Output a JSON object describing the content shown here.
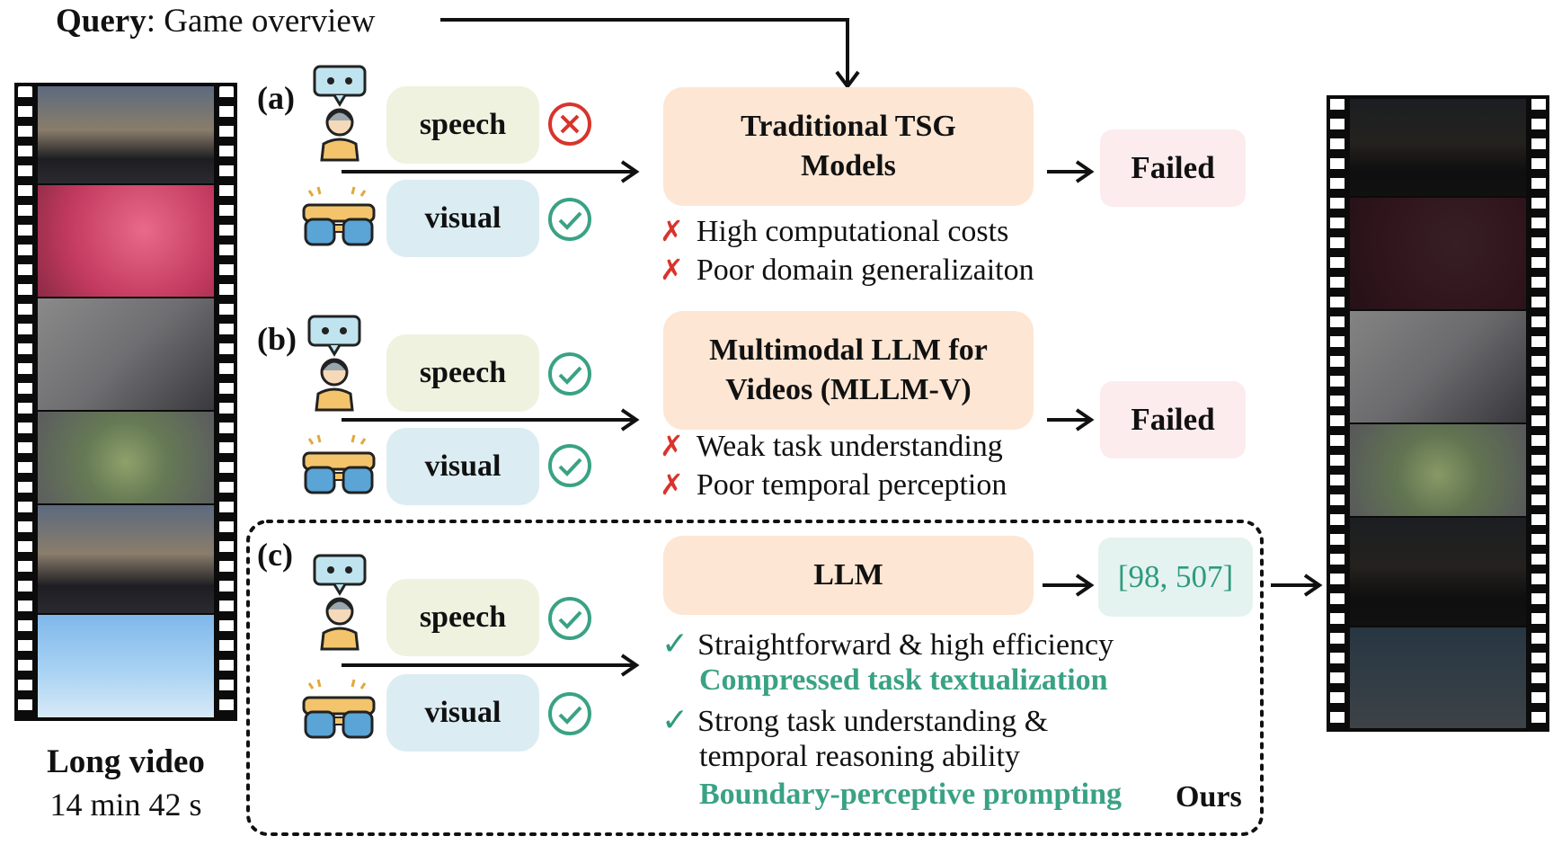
{
  "query": {
    "label": "Query",
    "text": ": Game overview"
  },
  "sections": [
    {
      "tag": "(a)",
      "speech": "speech",
      "visual": "visual",
      "speech_status": "cross",
      "visual_status": "check",
      "model": [
        "Traditional TSG",
        "Models"
      ],
      "result": "Failed",
      "notes": [
        "High computational costs",
        "Poor domain generalizaiton"
      ]
    },
    {
      "tag": "(b)",
      "speech": "speech",
      "visual": "visual",
      "speech_status": "check",
      "visual_status": "check",
      "model": [
        "Multimodal LLM for",
        "Videos (MLLM-V)"
      ],
      "result": "Failed",
      "notes": [
        "Weak task understanding",
        "Poor temporal perception"
      ]
    },
    {
      "tag": "(c)",
      "speech": "speech",
      "visual": "visual",
      "speech_status": "check",
      "visual_status": "check",
      "model": [
        "LLM"
      ],
      "result": "[98, 507]",
      "notes": [
        "Straightforward & high efficiency",
        "Strong task understanding &",
        "temporal reasoning ability"
      ],
      "highlights": [
        "Compressed task textualization",
        "Boundary-perceptive prompting"
      ],
      "ours": "Ours"
    }
  ],
  "symbols": {
    "cross_mark": "✗",
    "check_mark": "✓"
  },
  "video": {
    "title": "Long video",
    "duration": "14 min 42 s"
  },
  "colors": {
    "speech_bg": "#eef2df",
    "visual_bg": "#dcecf3",
    "model_bg": "#fde6d4",
    "failed_bg": "#fcecee",
    "success_bg": "#e4f3ef",
    "accent_green": "#3aa284",
    "cross_red": "#d8342c"
  },
  "icons": [
    "speech-bubble-person-icon",
    "vr-glasses-icon",
    "cross-circle-icon",
    "check-circle-icon",
    "film-strip"
  ]
}
